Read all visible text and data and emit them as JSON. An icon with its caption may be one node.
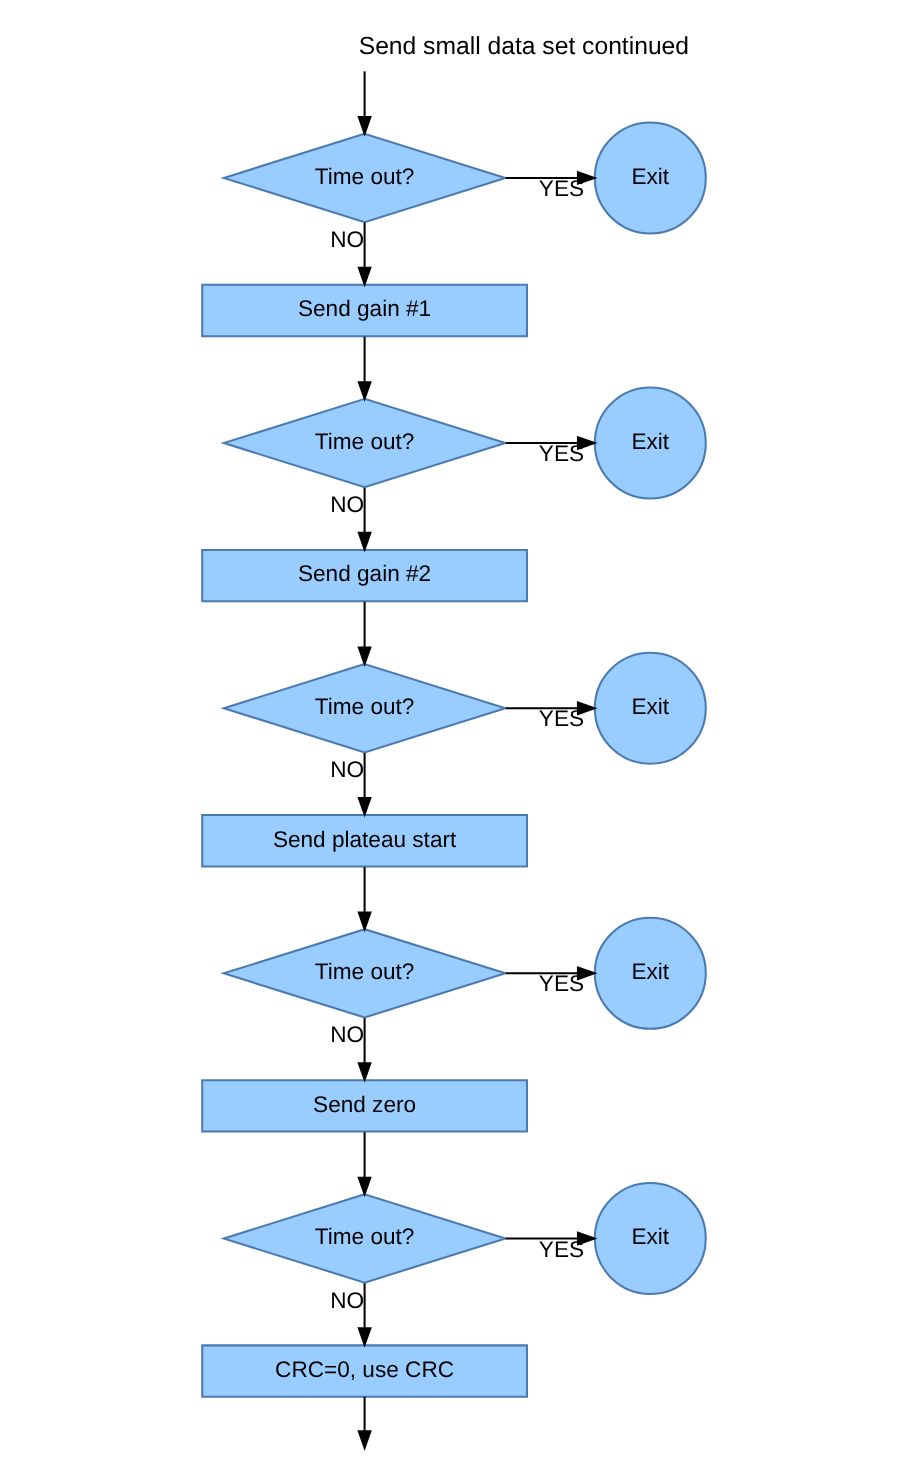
{
  "diagram": {
    "title": "Send small data set continued",
    "nodes": [
      {
        "text": [
          "Time out?"
        ]
      },
      {
        "text": [
          "Exit"
        ]
      },
      {
        "text": [
          "Send gain #1"
        ]
      },
      {
        "text": [
          "Time out?"
        ]
      },
      {
        "text": [
          "Exit"
        ]
      },
      {
        "text": [
          "Send gain #2"
        ]
      },
      {
        "text": [
          "Time out?"
        ]
      },
      {
        "text": [
          "Exit"
        ]
      },
      {
        "text": [
          "Send plateau start"
        ]
      },
      {
        "text": [
          "Time out?"
        ]
      },
      {
        "text": [
          "Exit"
        ]
      },
      {
        "text": [
          "Send zero"
        ]
      },
      {
        "text": [
          "Time out?"
        ]
      },
      {
        "text": [
          "Exit"
        ]
      },
      {
        "text": [
          "CRC=0, use CRC"
        ]
      }
    ],
    "edges": [
      {
        "from": null,
        "to": 0,
        "arrow": "to"
      },
      {
        "from": 0,
        "to": 1,
        "arrow": "to",
        "label": "YES"
      },
      {
        "from": 0,
        "to": 2,
        "arrow": "to",
        "label": "NO"
      },
      {
        "from": 2,
        "to": 3,
        "arrow": "to"
      },
      {
        "from": 3,
        "to": 4,
        "arrow": "to",
        "label": "YES"
      },
      {
        "from": 3,
        "to": 5,
        "arrow": "to",
        "label": "NO"
      },
      {
        "from": 5,
        "to": 6,
        "arrow": "to"
      },
      {
        "from": 6,
        "to": 7,
        "arrow": "to",
        "label": "YES"
      },
      {
        "from": 6,
        "to": 8,
        "arrow": "to",
        "label": "NO"
      },
      {
        "from": 8,
        "to": 9,
        "arrow": "to"
      },
      {
        "from": 9,
        "to": 10,
        "arrow": "to",
        "label": "YES"
      },
      {
        "from": 9,
        "to": 11,
        "arrow": "to",
        "label": "NO"
      },
      {
        "from": 11,
        "to": 12,
        "arrow": "to"
      },
      {
        "from": 12,
        "to": 13,
        "arrow": "to",
        "label": "YES"
      },
      {
        "from": 12,
        "to": 14,
        "arrow": "to",
        "label": "NO"
      },
      {
        "from": 14,
        "to": null,
        "arrow": "to"
      }
    ]
  }
}
